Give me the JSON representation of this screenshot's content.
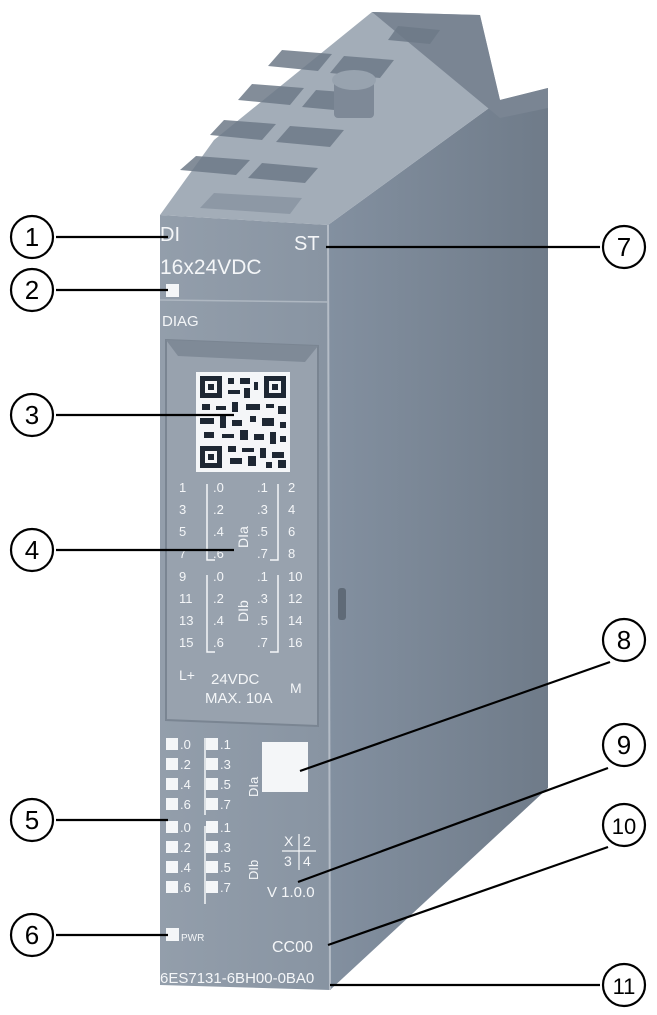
{
  "module": {
    "type_line1": "DI",
    "type_line2": "16x24VDC",
    "class_label": "ST",
    "diag_label": "DIAG",
    "voltage_line1": "24VDC",
    "voltage_line2": "MAX. 10A",
    "lplus_label": "L+",
    "m_label": "M",
    "version_ratio_x": "X",
    "version_ratio_2": "2",
    "version_ratio_3": "3",
    "version_ratio_4": "4",
    "version_label": "V 1.0.0",
    "color_code": "CC00",
    "article_number": "6ES7131-6BH00-0BA0",
    "pwr_label": "PWR"
  },
  "terminals": {
    "left_numbers": [
      "1",
      "3",
      "5",
      "7",
      "9",
      "11",
      "13",
      "15"
    ],
    "left_channels": [
      ".0",
      ".2",
      ".4",
      ".6",
      ".0",
      ".2",
      ".4",
      ".6"
    ],
    "right_channels": [
      ".1",
      ".3",
      ".5",
      ".7",
      ".1",
      ".3",
      ".5",
      ".7"
    ],
    "right_numbers": [
      "2",
      "4",
      "6",
      "8",
      "10",
      "12",
      "14",
      "16"
    ],
    "group_a": "DIa",
    "group_b": "DIb"
  },
  "leds": {
    "left_channels": [
      ".0",
      ".2",
      ".4",
      ".6",
      ".0",
      ".2",
      ".4",
      ".6"
    ],
    "right_channels": [
      ".1",
      ".3",
      ".5",
      ".7",
      ".1",
      ".3",
      ".5",
      ".7"
    ],
    "group_a": "DIa",
    "group_b": "DIb"
  },
  "callouts": [
    "1",
    "2",
    "3",
    "4",
    "5",
    "6",
    "7",
    "8",
    "9",
    "10",
    "11"
  ],
  "colors": {
    "front_face": "#8e99a6",
    "side_face": "#7d8895",
    "top_face": "#a7b0bb",
    "callout_line": "#000000"
  }
}
